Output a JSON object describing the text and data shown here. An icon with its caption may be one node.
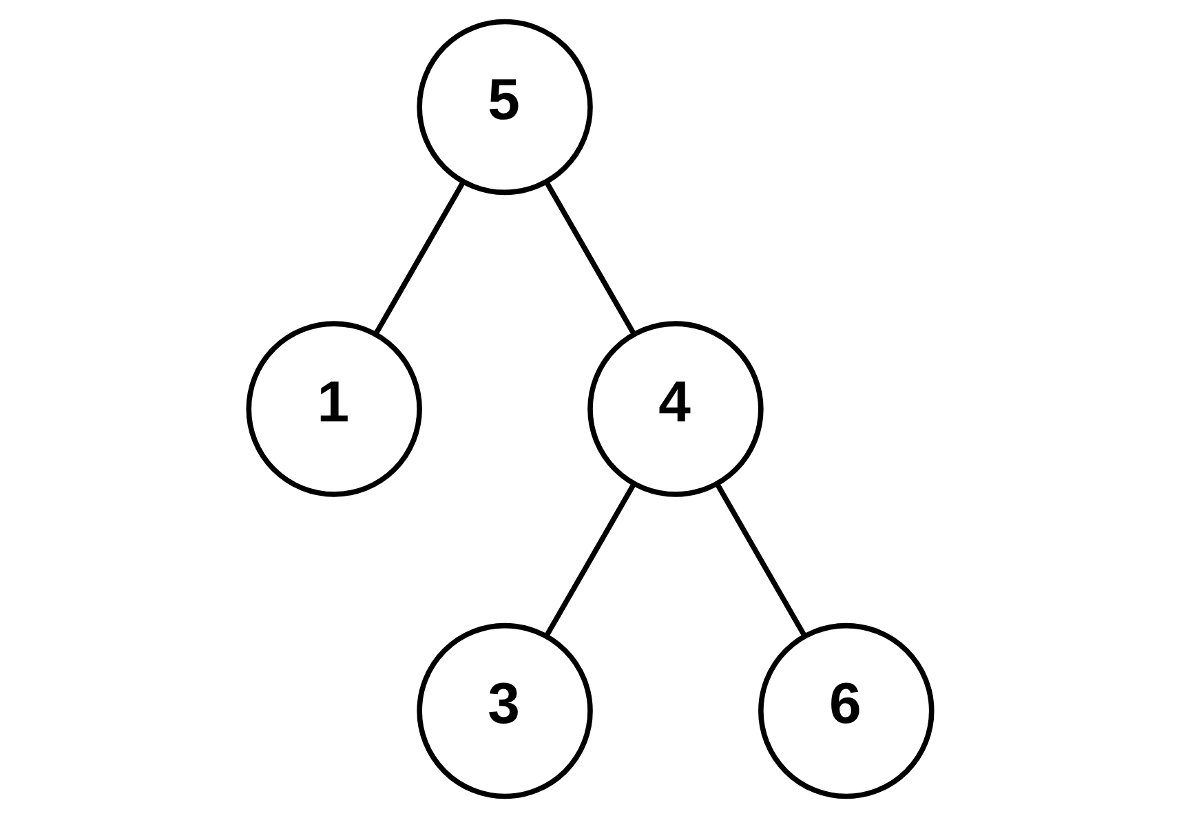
{
  "diagram": {
    "nodes": [
      {
        "text": [
          "5"
        ]
      },
      {
        "text": [
          "1"
        ]
      },
      {
        "text": [
          "4"
        ]
      },
      {
        "text": [
          "3"
        ]
      },
      {
        "text": [
          "6"
        ]
      }
    ],
    "edges": [
      {
        "from": 0,
        "to": 1,
        "arrow": "none"
      },
      {
        "from": 0,
        "to": 2,
        "arrow": "none"
      },
      {
        "from": 2,
        "to": 3,
        "arrow": "none"
      },
      {
        "from": 2,
        "to": 4,
        "arrow": "none"
      }
    ]
  }
}
